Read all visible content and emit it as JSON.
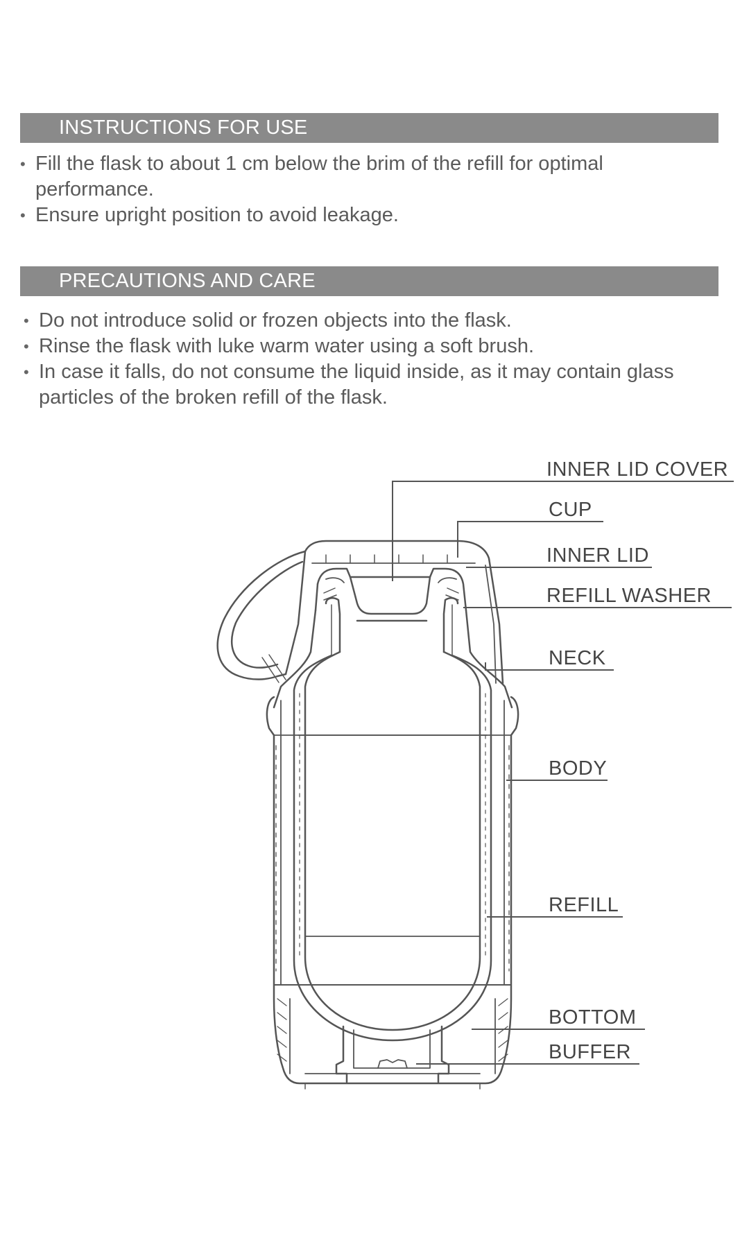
{
  "instructions": {
    "title": "INSTRUCTIONS FOR USE",
    "items": [
      "Fill the flask to about 1 cm below the brim of the refill for optimal performance.",
      "Ensure upright position to avoid leakage."
    ]
  },
  "precautions": {
    "title": "PRECAUTIONS AND CARE",
    "items": [
      "Do not introduce solid or frozen objects into the flask.",
      "Rinse the flask with luke warm water using a soft brush.",
      "In case it falls, do not consume the liquid inside, as it may contain glass particles of the broken refill of the flask."
    ]
  },
  "diagram": {
    "labels": {
      "inner_lid_cover": "INNER LID COVER",
      "cup": "CUP",
      "inner_lid": "INNER LID",
      "refill_washer": "REFILL WASHER",
      "neck": "NECK",
      "body": "BODY",
      "refill": "REFILL",
      "bottom": "BOTTOM",
      "buffer": "BUFFER"
    },
    "colors": {
      "header_bg": "#8a8a8a",
      "line": "#555555"
    }
  }
}
